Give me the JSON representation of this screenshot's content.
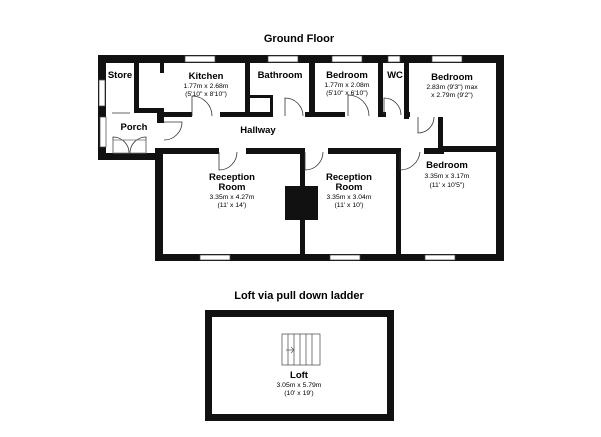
{
  "headings": {
    "ground_floor": "Ground Floor",
    "loft_access": "Loft via pull down ladder"
  },
  "rooms": {
    "store": {
      "name": "Store"
    },
    "kitchen": {
      "name": "Kitchen",
      "size_metric": "1.77m x 2.68m",
      "size_imperial": "(5'10\" x 8'10\")"
    },
    "bathroom": {
      "name": "Bathroom"
    },
    "bedroom_front": {
      "name": "Bedroom",
      "size_metric": "1.77m x 2.08m",
      "size_imperial": "(5'10\" x 6'10\")"
    },
    "wc": {
      "name": "WC"
    },
    "bedroom_rear": {
      "name": "Bedroom",
      "size_metric": "2.83m (9'3\") max",
      "size_imperial": "x 2.79m (9'2\")"
    },
    "porch": {
      "name": "Porch"
    },
    "hallway": {
      "name": "Hallway"
    },
    "reception_1": {
      "name_line1": "Reception",
      "name_line2": "Room",
      "size_metric": "3.35m x 4.27m",
      "size_imperial": "(11' x 14')"
    },
    "reception_2": {
      "name_line1": "Reception",
      "name_line2": "Room",
      "size_metric": "3.35m x 3.04m",
      "size_imperial": "(11' x 10')"
    },
    "bedroom_large": {
      "name": "Bedroom",
      "size_metric": "3.35m x 3.17m",
      "size_imperial": "(11' x 10'5\")"
    },
    "loft": {
      "name": "Loft",
      "size_metric": "3.05m x 5.79m",
      "size_imperial": "(10' x 19')"
    }
  }
}
